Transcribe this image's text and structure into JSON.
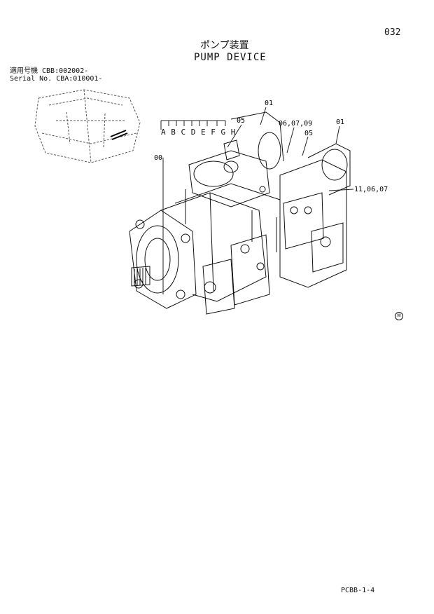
{
  "page": {
    "page_number": "032",
    "title_jp": "ポンプ装置",
    "title_en": "PUMP DEVICE",
    "serial_line1": "適用号機  CBB:002002-",
    "serial_line2": "Serial No. CBA:010001-",
    "footer_code": "PCBB-1-4",
    "watermark": "W"
  },
  "callouts": {
    "c00": "00",
    "c01a": "01",
    "c01b": "01",
    "c05a": "05",
    "c05b": "05",
    "c060709": "06,07,09",
    "c110607": "11,06,07",
    "letters": "A B C D E F G H"
  }
}
